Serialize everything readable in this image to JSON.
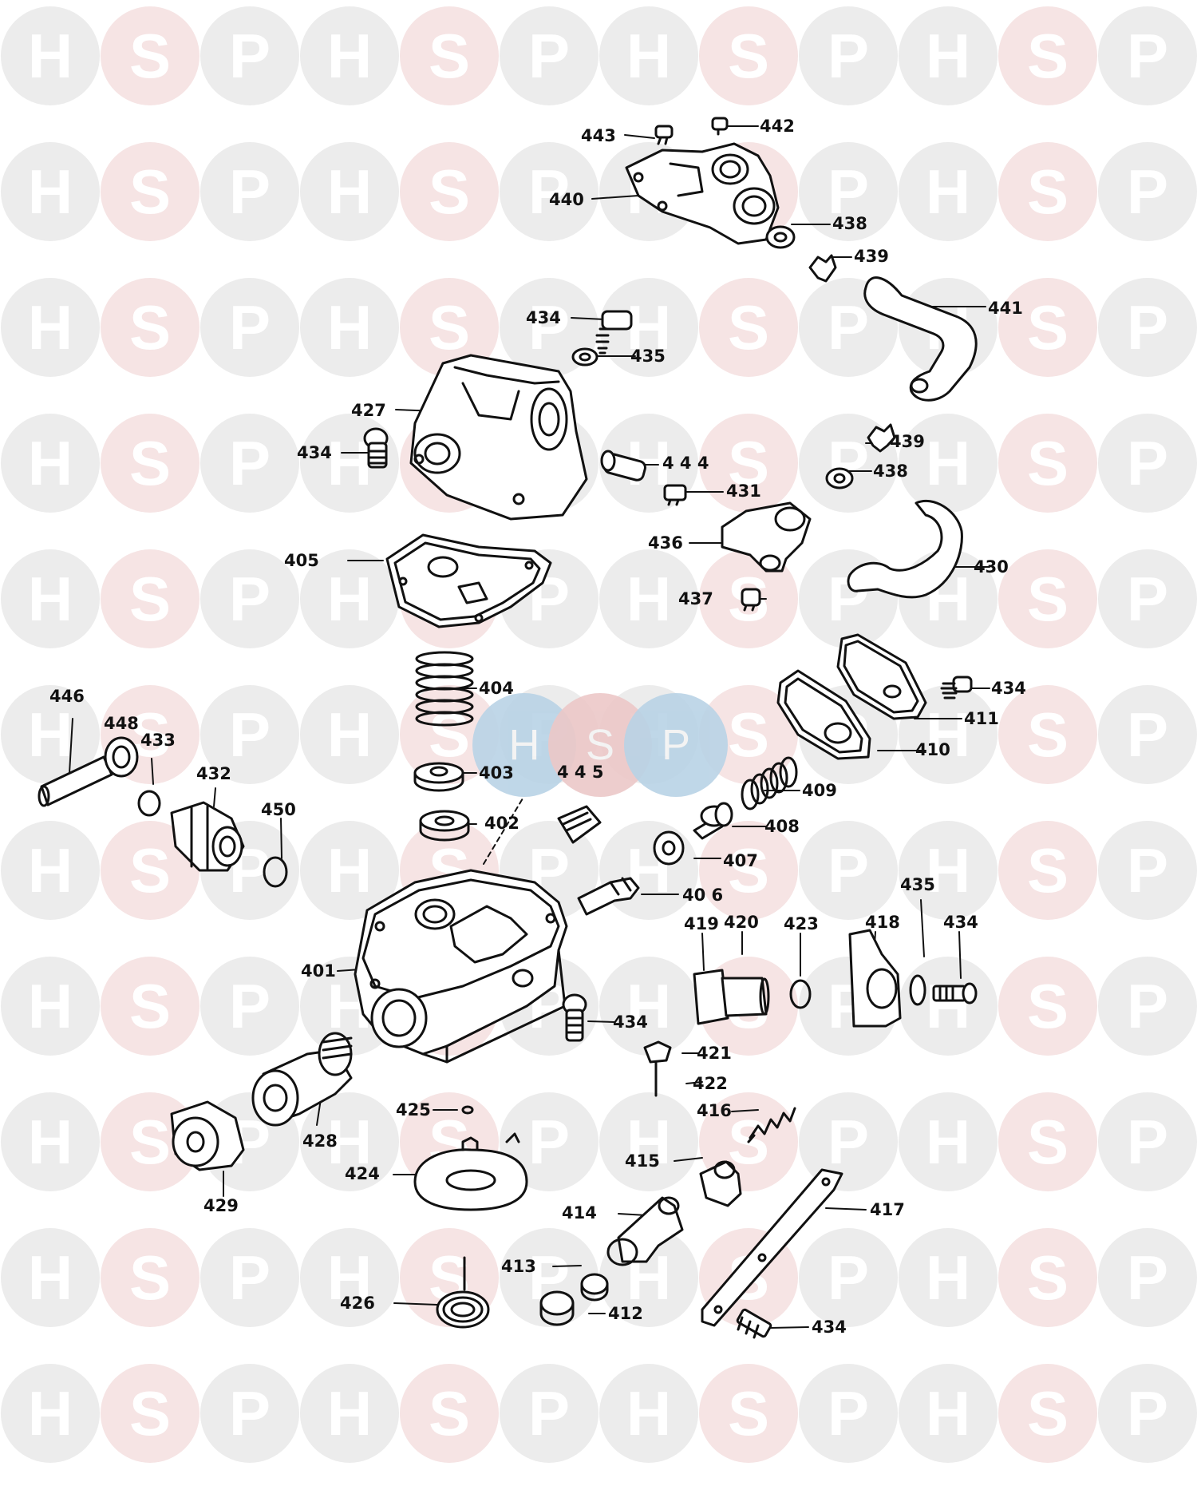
{
  "watermark": {
    "letters": [
      "H",
      "S",
      "P"
    ],
    "colors": {
      "h_p_fill": "#ececec",
      "s_fill": "#f6e4e4",
      "glyph": "#ffffff"
    }
  },
  "center_logo": {
    "letters": [
      "H",
      "S",
      "P"
    ],
    "colors": {
      "h": "#b9d3e6",
      "s": "#ecc8c8",
      "p": "#b9d3e6"
    }
  },
  "part_labels": [
    {
      "id": "lbl-443",
      "text": "443"
    },
    {
      "id": "lbl-442",
      "text": "442"
    },
    {
      "id": "lbl-440",
      "text": "440"
    },
    {
      "id": "lbl-438-top",
      "text": "438"
    },
    {
      "id": "lbl-439-top",
      "text": "439"
    },
    {
      "id": "lbl-441",
      "text": "441"
    },
    {
      "id": "lbl-434-a",
      "text": "434"
    },
    {
      "id": "lbl-435-a",
      "text": "435"
    },
    {
      "id": "lbl-427",
      "text": "427"
    },
    {
      "id": "lbl-434-b",
      "text": "434"
    },
    {
      "id": "lbl-444",
      "text": "4 4 4"
    },
    {
      "id": "lbl-439-mid",
      "text": "439"
    },
    {
      "id": "lbl-438-mid",
      "text": "438"
    },
    {
      "id": "lbl-431",
      "text": "431"
    },
    {
      "id": "lbl-436",
      "text": "436"
    },
    {
      "id": "lbl-430",
      "text": "430"
    },
    {
      "id": "lbl-405",
      "text": "405"
    },
    {
      "id": "lbl-437",
      "text": "437"
    },
    {
      "id": "lbl-404",
      "text": "404"
    },
    {
      "id": "lbl-434-c",
      "text": "434"
    },
    {
      "id": "lbl-446",
      "text": "446"
    },
    {
      "id": "lbl-448",
      "text": "448"
    },
    {
      "id": "lbl-433",
      "text": "433"
    },
    {
      "id": "lbl-411",
      "text": "411"
    },
    {
      "id": "lbl-410",
      "text": "410"
    },
    {
      "id": "lbl-432",
      "text": "432"
    },
    {
      "id": "lbl-403",
      "text": "403"
    },
    {
      "id": "lbl-445",
      "text": "4 4 5"
    },
    {
      "id": "lbl-409",
      "text": "409"
    },
    {
      "id": "lbl-450",
      "text": "450"
    },
    {
      "id": "lbl-402",
      "text": "402"
    },
    {
      "id": "lbl-408",
      "text": "408"
    },
    {
      "id": "lbl-407",
      "text": "407"
    },
    {
      "id": "lbl-406",
      "text": "40 6"
    },
    {
      "id": "lbl-435-b",
      "text": "435"
    },
    {
      "id": "lbl-419",
      "text": "419"
    },
    {
      "id": "lbl-420",
      "text": "420"
    },
    {
      "id": "lbl-423",
      "text": "423"
    },
    {
      "id": "lbl-418",
      "text": "418"
    },
    {
      "id": "lbl-434-d",
      "text": "434"
    },
    {
      "id": "lbl-401",
      "text": "401"
    },
    {
      "id": "lbl-434-e",
      "text": "434"
    },
    {
      "id": "lbl-421",
      "text": "421"
    },
    {
      "id": "lbl-422",
      "text": "422"
    },
    {
      "id": "lbl-428",
      "text": "428"
    },
    {
      "id": "lbl-425",
      "text": "425"
    },
    {
      "id": "lbl-416",
      "text": "416"
    },
    {
      "id": "lbl-424",
      "text": "424"
    },
    {
      "id": "lbl-415",
      "text": "415"
    },
    {
      "id": "lbl-429",
      "text": "429"
    },
    {
      "id": "lbl-414",
      "text": "414"
    },
    {
      "id": "lbl-417",
      "text": "417"
    },
    {
      "id": "lbl-413",
      "text": "413"
    },
    {
      "id": "lbl-426",
      "text": "426"
    },
    {
      "id": "lbl-412",
      "text": "412"
    },
    {
      "id": "lbl-434-f",
      "text": "434"
    }
  ],
  "drawing": {
    "line_color": "#111111",
    "fill_color": "#ffffff"
  }
}
